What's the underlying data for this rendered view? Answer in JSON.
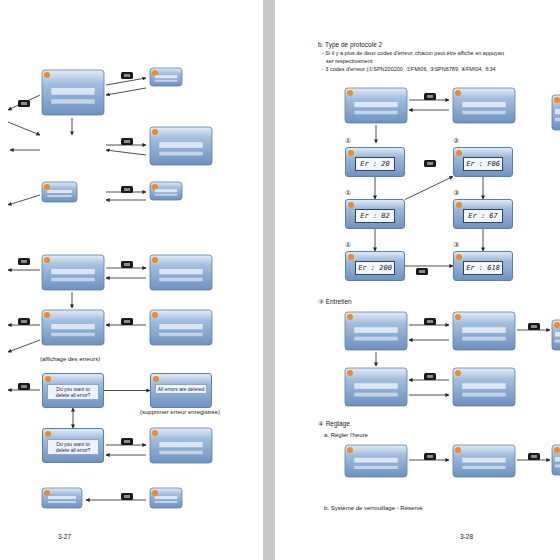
{
  "diagram": {
    "nodes": [
      {
        "text": [
          "Do you want to delete all error?"
        ]
      },
      {
        "text": [
          "All errors are deleted"
        ]
      },
      {
        "text": [
          "Do you want to delete all error?"
        ]
      },
      {
        "text": [
          "Er : 20"
        ]
      },
      {
        "text": [
          "Er : F06"
        ]
      },
      {
        "text": [
          "Er : 02"
        ]
      },
      {
        "text": [
          "Er : 67"
        ]
      },
      {
        "text": [
          "Er : 200"
        ]
      },
      {
        "text": [
          "Er : 618"
        ]
      }
    ],
    "edges": [
      {
        "from": 0,
        "to": 1,
        "arrow": "to"
      },
      {
        "from": 0,
        "to": 2,
        "arrow": "both"
      },
      {
        "from": 3,
        "to": 5,
        "arrow": "to"
      },
      {
        "from": 5,
        "to": 7,
        "arrow": "to"
      },
      {
        "from": 5,
        "to": 4,
        "arrow": "to"
      },
      {
        "from": 4,
        "to": 6,
        "arrow": "to"
      },
      {
        "from": 6,
        "to": 8,
        "arrow": "to"
      },
      {
        "from": 7,
        "to": 8,
        "arrow": "to"
      }
    ],
    "labels": [
      "(affichage des erreurs)",
      "(supprimer erreur enregistrée)",
      "3-27",
      "3-28",
      "b. Type de protocole 2",
      "- Si il y a plus de deux codes d'erreur, chacun peut être affiché en appuyan",
      "ser respectivement",
      "- 3 codes d'erreur (①SPN200200, ②FMI06, ③SPN6789, ④FMI04, ⑤34",
      "①",
      "②",
      "①",
      "③",
      "①",
      "③",
      "③ Entretien",
      "④ Réglage",
      "a. Régler l'heure",
      "b. Système de verrouillage - Réservé"
    ]
  }
}
